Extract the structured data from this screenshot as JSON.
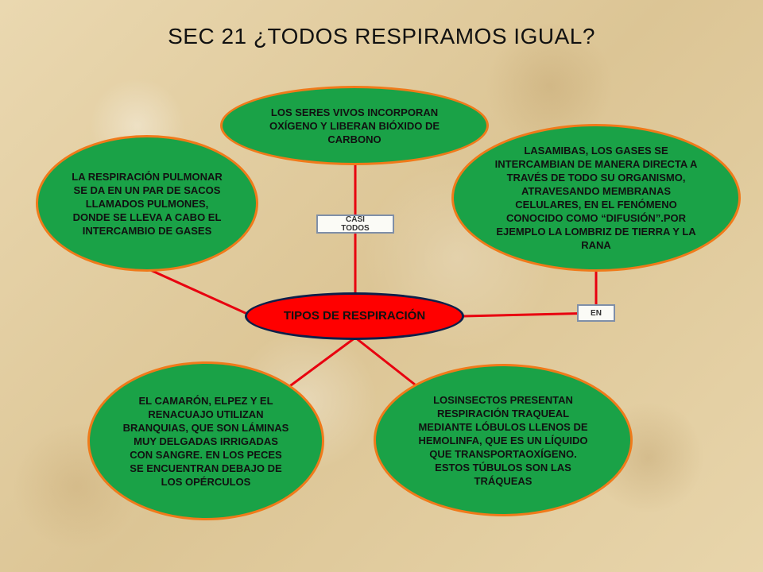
{
  "title": "SEC  21  ¿TODOS RESPIRAMOS IGUAL?",
  "center": "TIPOS DE RESPIRACIÓN",
  "labels": {
    "casi_todos": "CASI TODOS",
    "en": "EN"
  },
  "nodes": {
    "top": "LOS SERES VIVOS INCORPORAN OXÍGENO Y LIBERAN BIÓXIDO DE CARBONO",
    "left": "LA RESPIRACIÓN PULMONAR SE DA EN UN PAR DE SACOS LLAMADOS PULMONES, DONDE SE LLEVA A CABO EL INTERCAMBIO DE GASES",
    "right": "LASAMIBAS, LOS GASES SE INTERCAMBIAN DE MANERA DIRECTA A TRAVÉS DE TODO SU ORGANISMO, ATRAVESANDO MEMBRANAS CELULARES, EN EL FENÓMENO CONOCIDO COMO “DIFUSIÓN”.POR EJEMPLO  LA LOMBRIZ DE TIERRA Y LA RANA",
    "bottom_left": "EL CAMARÓN, ELPEZ Y EL RENACUAJO UTILIZAN BRANQUIAS, QUE SON LÁMINAS MUY DELGADAS IRRIGADAS CON SANGRE. EN LOS PECES SE ENCUENTRAN DEBAJO DE LOS OPÉRCULOS",
    "bottom_right": "LOSINSECTOS PRESENTAN RESPIRACIÓN TRAQUEAL MEDIANTE LÓBULOS LLENOS DE HEMOLINFA, QUE ES UN LÍQUIDO QUE TRANSPORTAOXÍGENO. ESTOS TÚBULOS SON LAS TRÁQUEAS"
  },
  "colors": {
    "node_fill": "#1aa247",
    "node_border": "#f07a1a",
    "center_fill": "#ff0000",
    "connector": "#e8000f"
  }
}
